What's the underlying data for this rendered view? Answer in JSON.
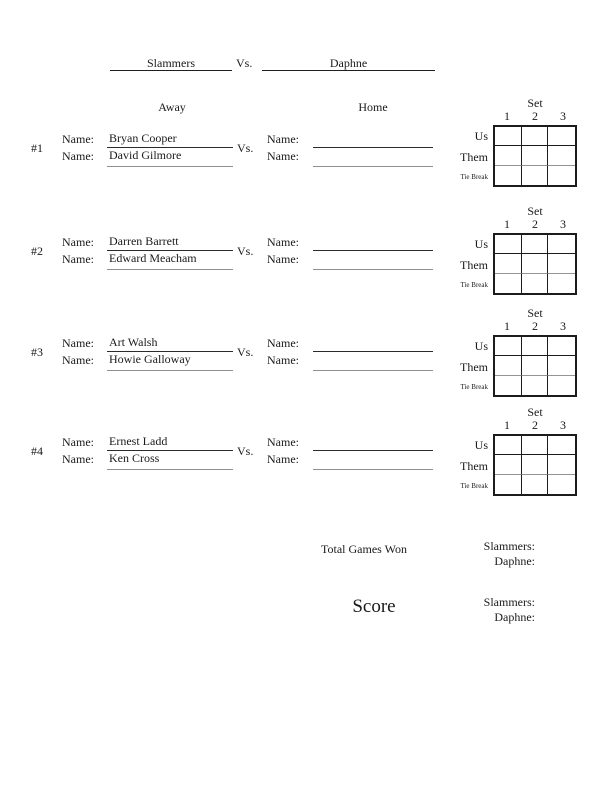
{
  "header": {
    "away_team": "Slammers",
    "vs": "Vs.",
    "home_team": "Daphne",
    "away_label": "Away",
    "home_label": "Home"
  },
  "labels": {
    "name": "Name:",
    "vs": "Vs."
  },
  "set_grid": {
    "title": "Set",
    "col_headers": [
      "1",
      "2",
      "3"
    ],
    "row_labels": [
      "Us",
      "Them",
      "Tie Break"
    ]
  },
  "matches": [
    {
      "number": "#1",
      "away_player1": "Bryan Cooper",
      "away_player2": "David Gilmore",
      "home_player1": "",
      "home_player2": ""
    },
    {
      "number": "#2",
      "away_player1": "Darren Barrett",
      "away_player2": "Edward Meacham",
      "home_player1": "",
      "home_player2": ""
    },
    {
      "number": "#3",
      "away_player1": "Art Walsh",
      "away_player2": "Howie Galloway",
      "home_player1": "",
      "home_player2": ""
    },
    {
      "number": "#4",
      "away_player1": "Ernest Ladd",
      "away_player2": "Ken Cross",
      "home_player1": "",
      "home_player2": ""
    }
  ],
  "totals": {
    "games_won_label": "Total Games Won",
    "score_label": "Score",
    "away_team_label": "Slammers:",
    "home_team_label": "Daphne:"
  }
}
